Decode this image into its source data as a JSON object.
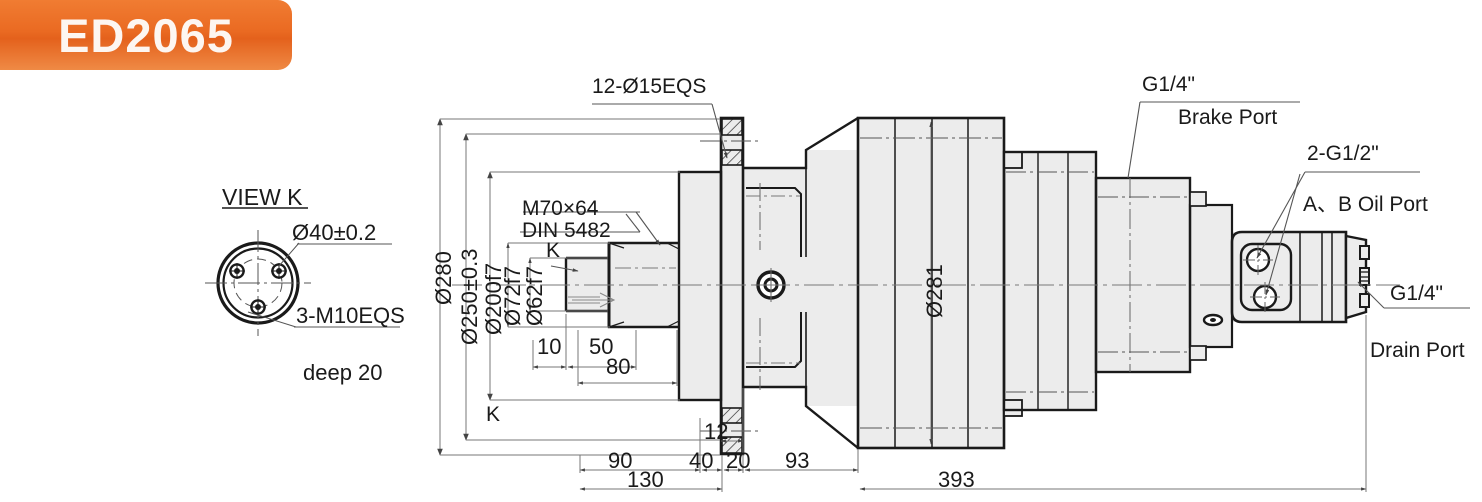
{
  "badge": {
    "model": "ED2065"
  },
  "detail_view": {
    "title": "VIEW K",
    "bolt_circle": "Ø40±0.2",
    "threads": "3-M10EQS",
    "depth": "deep 20"
  },
  "callouts": {
    "flange_holes": "12-Ø15EQS",
    "spline_1": "M70×64",
    "spline_2": "DIN 5482",
    "view_arrow_shaft": "K",
    "view_arrow_bottom": "K",
    "brake_port_size": "G1/4\"",
    "brake_port_name": "Brake Port",
    "oil_port_size": "2-G1/2\"",
    "oil_port_name": "A、B Oil Port",
    "drain_port_size": "G1/4\"",
    "drain_port_name": "Drain Port"
  },
  "dimensions": {
    "vertical": [
      {
        "text": "Ø280"
      },
      {
        "text": "Ø250±0.3"
      },
      {
        "text": "Ø200f7"
      },
      {
        "text": "Ø72f7"
      },
      {
        "text": "Ø62f7"
      },
      {
        "text": "Ø281"
      }
    ],
    "horizontal": [
      {
        "text": "10"
      },
      {
        "text": "50"
      },
      {
        "text": "80"
      },
      {
        "text": "90"
      },
      {
        "text": "130"
      },
      {
        "text": "40"
      },
      {
        "text": "20"
      },
      {
        "text": "12"
      },
      {
        "text": "93"
      },
      {
        "text": "393"
      }
    ]
  },
  "colors": {
    "badge_orange": "#e8691f",
    "line": "#1a1a1a",
    "thin_line": "#6e6e6e",
    "fill": "#ececec"
  }
}
